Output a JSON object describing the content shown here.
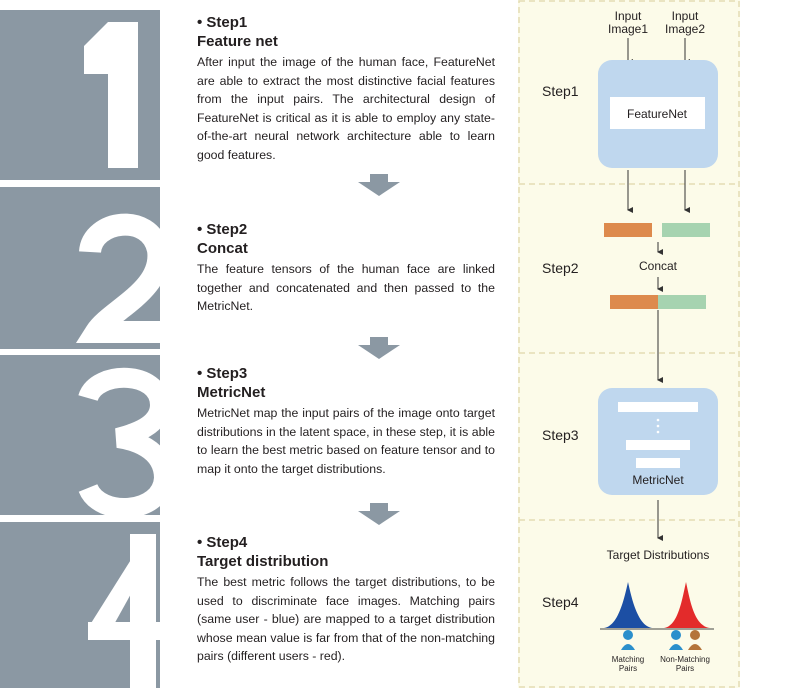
{
  "steps": [
    {
      "head": "• Step1",
      "title": "Feature net",
      "body": "After input the image of the human face, FeatureNet are able to extract the most distinctive facial features from the input pairs. The architectural design of FeatureNet is critical as it is able to employ any state-of-the-art neural network architecture able to learn good features."
    },
    {
      "head": "• Step2",
      "title": "Concat",
      "body": "The feature tensors of the human face are linked together and concatenated and then passed to the MetricNet."
    },
    {
      "head": "• Step3",
      "title": "MetricNet",
      "body": "MetricNet map the input pairs of the image onto target distributions in the latent space, in these step, it is able to learn the best metric based on feature tensor and to map it onto the target distributions."
    },
    {
      "head": "• Step4",
      "title": "Target distribution",
      "body": "The best metric follows the target distributions, to be used to discriminate face images. Matching pairs (same user - blue) are mapped to a target distribution whose mean value is far from that of the non-matching pairs (different users - red)."
    }
  ],
  "big_numbers": [
    "1",
    "2",
    "3",
    "4"
  ],
  "diagram": {
    "step_labels": [
      "Step1",
      "Step2",
      "Step3",
      "Step4"
    ],
    "input1": [
      "Input",
      "Image1"
    ],
    "input2": [
      "Input",
      "Image2"
    ],
    "featurenet_label": "FeatureNet",
    "concat_label": "Concat",
    "metricnet_label": "MetricNet",
    "target_label": "Target Distributions",
    "matching_label": [
      "Matching",
      "Pairs"
    ],
    "nonmatching_label": [
      "Non-Matching",
      "Pairs"
    ]
  },
  "colors": {
    "number_gray": "#8b98a3",
    "box_blue": "#bfd7ee",
    "orange": "#dd8a4d",
    "green": "#a6d3b0",
    "dist_blue": "#1c4fa4",
    "dist_red": "#e32b2b",
    "panel_bg": "#fcfbe9",
    "person_blue": "#2b8fcc",
    "person_brown": "#b4743a"
  }
}
